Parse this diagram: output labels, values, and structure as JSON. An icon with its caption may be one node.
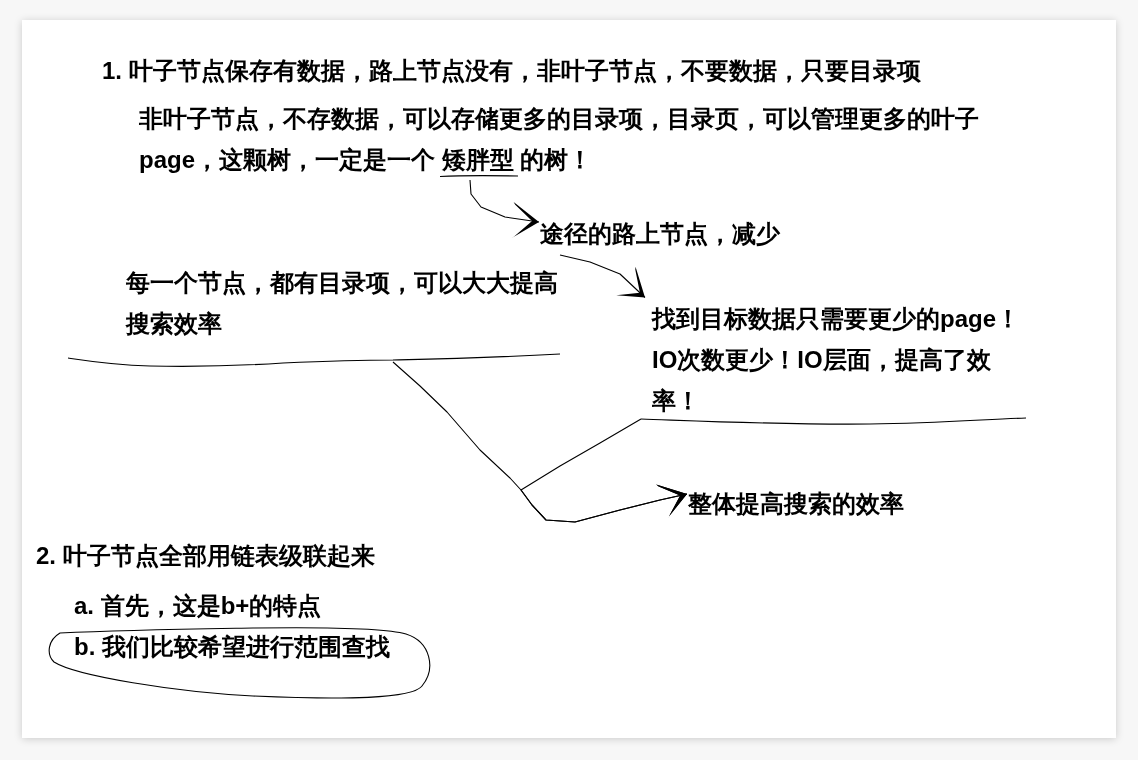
{
  "diagram": {
    "nodes": [
      {
        "text": [
          "非叶子节点，不存数据，可以存储更多的目录项，目录页，可以管理更多的叶子page，这颗树，一定是一个 矮胖型 的树！"
        ]
      },
      {
        "text": [
          "途径的路上节点，减少"
        ]
      },
      {
        "text": [
          "每一个节点，都有目录项，可以大大提高搜索效率"
        ]
      },
      {
        "text": [
          "找到目标数据只需要更少的page！IO次数更少！IO层面，提高了效率！"
        ]
      },
      {
        "text": [
          "整体提高搜索的效率"
        ]
      },
      {
        "text": [
          "b. 我们比较希望进行范围查找"
        ]
      }
    ],
    "edges": [
      {
        "from": 0,
        "to": 1,
        "arrow": "to"
      },
      {
        "from": 1,
        "to": 3,
        "arrow": "to"
      },
      {
        "from": 2,
        "to": 4,
        "arrow": "to"
      },
      {
        "from": 3,
        "to": 4,
        "arrow": "to"
      }
    ],
    "labels": [
      "1. 叶子节点保存有数据，路上节点没有，非叶子节点，不要数据，只要目录项",
      "2. 叶子节点全部用链表级联起来",
      "a. 首先，这是b+的特点"
    ]
  }
}
